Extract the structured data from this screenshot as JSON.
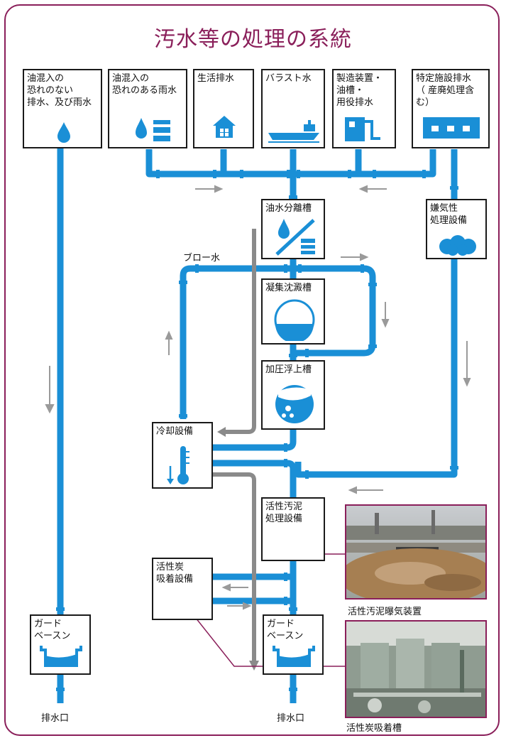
{
  "title": "汚水等の処理の系統",
  "boxes": {
    "oil_free": "油混入の\n恐れのない\n排水、及び雨水",
    "oil_rain": "油混入の\n恐れのある雨水",
    "domestic": "生活排水",
    "ballast": "バラスト水",
    "manufacturing": "製造装置・\n油槽・\n用役排水",
    "specific": "特定施設排水\n（ 産廃処理含む）",
    "separator": "油水分離槽",
    "anaerobic": "嫌気性\n処理設備",
    "coagulation": "凝集沈澱槽",
    "flotation": "加圧浮上槽",
    "cooling": "冷却設備",
    "activated_sludge": "活性汚泥\n処理設備",
    "carbon": "活性炭\n吸着設備",
    "guard_left": "ガード\nベースン",
    "guard_right": "ガード\nベースン"
  },
  "labels": {
    "blow": "ブロー水",
    "outlet_left": "排水口",
    "outlet_right": "排水口"
  },
  "photos": {
    "aeration": "活性汚泥曝気装置",
    "adsorption": "活性炭吸着槽"
  },
  "colors": {
    "accent": "#8a1f5a",
    "pipe": "#1a8fd6",
    "gray_pipe": "#8a8a8a",
    "arrow": "#9a9a9a"
  }
}
